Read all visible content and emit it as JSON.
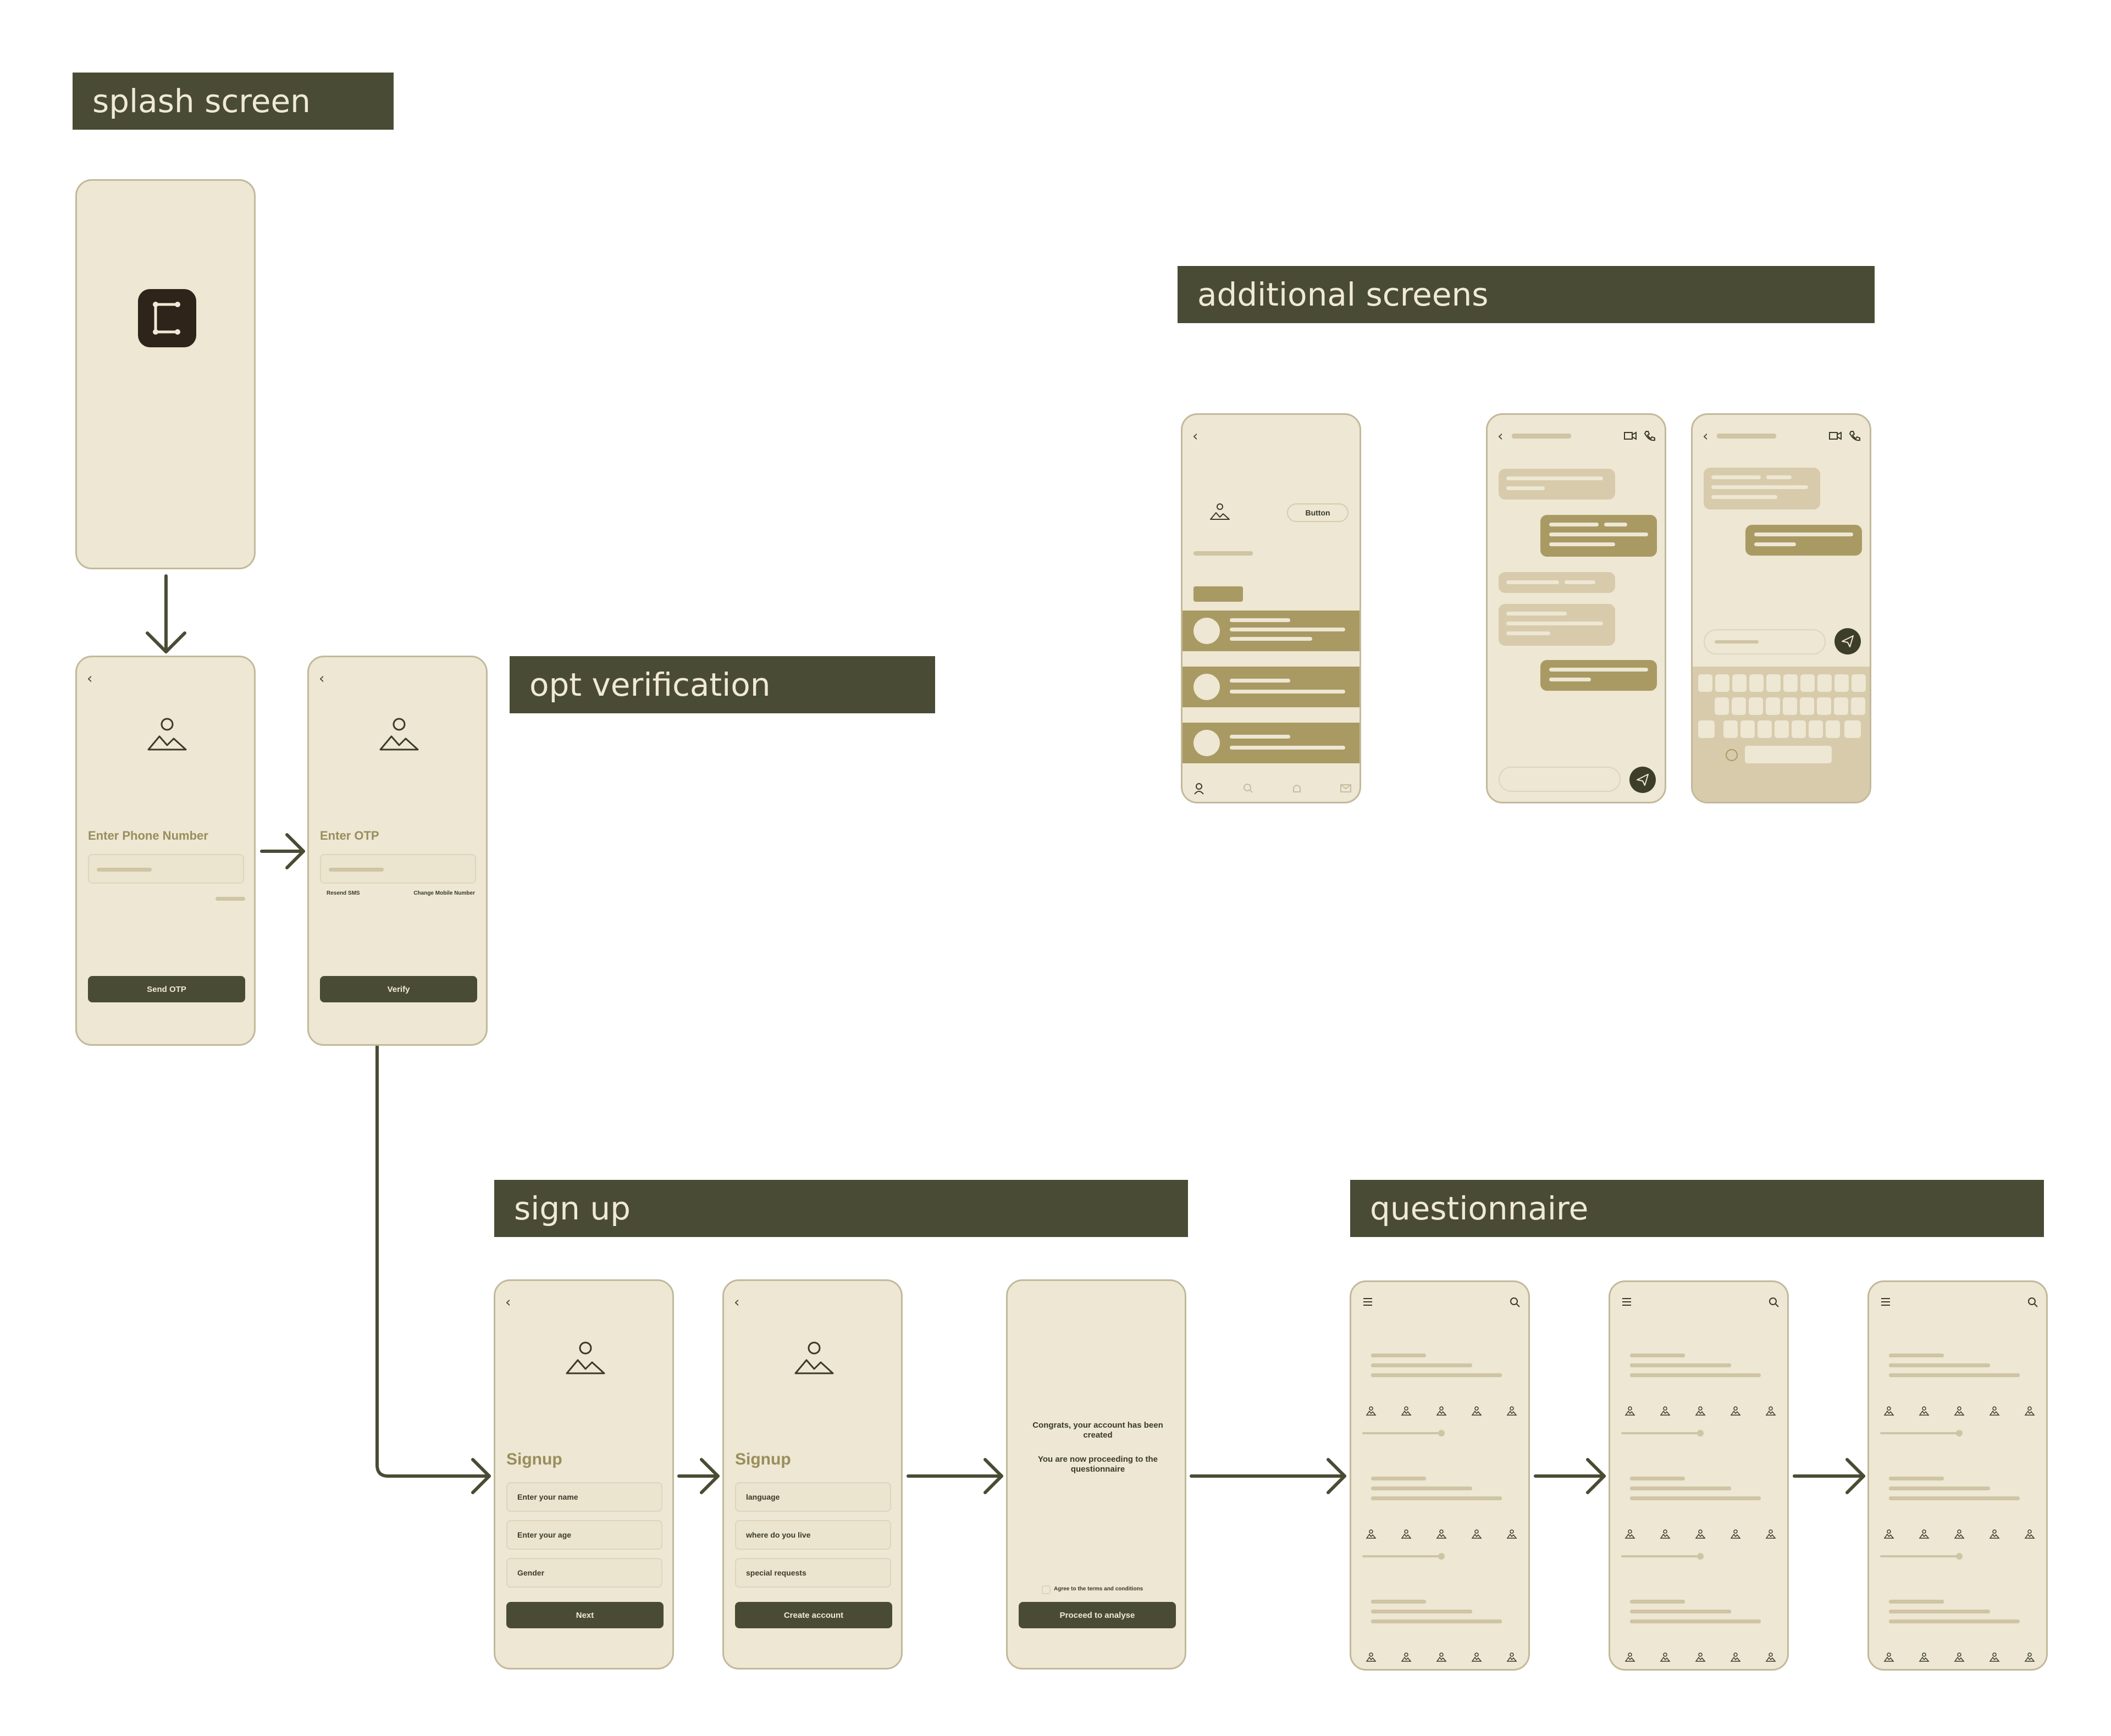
{
  "sections": {
    "splash": "splash screen",
    "otp": "opt verification",
    "additional": "additional screens",
    "signup": "sign up",
    "questionnaire": "questionnaire"
  },
  "phone_screen": {
    "title": "Enter Phone Number",
    "button": "Send OTP"
  },
  "otp_screen": {
    "title": "Enter OTP",
    "resend": "Resend SMS",
    "change": "Change Mobile Number",
    "button": "Verify"
  },
  "signup1": {
    "title": "Signup",
    "fields": [
      "Enter your name",
      "Enter your age",
      "Gender"
    ],
    "button": "Next"
  },
  "signup2": {
    "title": "Signup",
    "fields": [
      "language",
      "where do you live",
      "special requests"
    ],
    "button": "Create account"
  },
  "signup3": {
    "message1": "Congrats, your account has been created",
    "message2": "You are now proceeding to the questionnaire",
    "terms": "Agree to the terms and conditions",
    "button": "Proceed to analyse"
  },
  "profile_screen": {
    "button": "Button"
  },
  "colors": {
    "banner": "#4a4b34",
    "screen": "#ede7d3",
    "accent": "#a99a63",
    "placeholder": "#cfc4a4"
  }
}
